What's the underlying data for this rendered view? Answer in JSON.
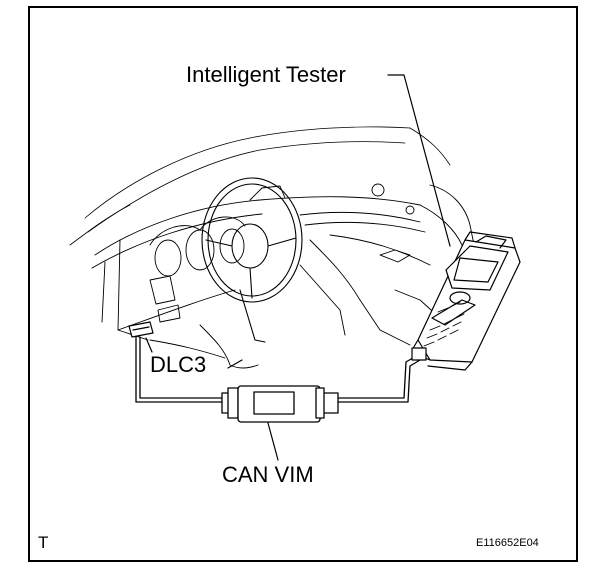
{
  "labels": {
    "tester": "Intelligent Tester",
    "dlc3": "DLC3",
    "can_vim": "CAN VIM",
    "corner_mark": "T",
    "figure_code": "E116652E04"
  }
}
